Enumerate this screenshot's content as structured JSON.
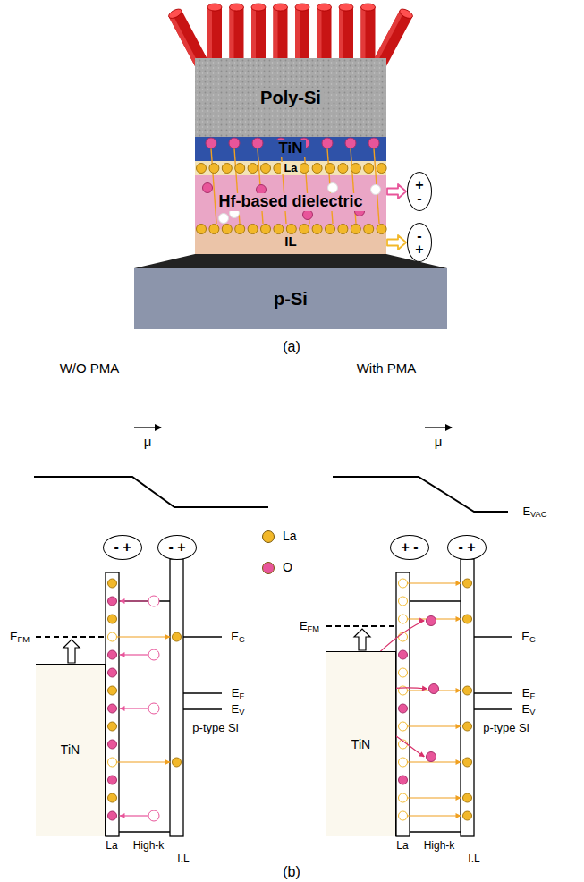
{
  "diagram": {
    "nodes": [
      {
        "text": [
          "Poly-Si"
        ]
      },
      {
        "text": [
          "TiN"
        ]
      },
      {
        "text": [
          "La"
        ]
      },
      {
        "text": [
          "Hf-based dielectric"
        ]
      },
      {
        "text": [
          "IL"
        ]
      },
      {
        "text": [
          "p-Si"
        ]
      },
      {
        "text": [
          "+ -"
        ]
      },
      {
        "text": [
          "- +"
        ]
      },
      {
        "text": [
          "TiN"
        ]
      },
      {
        "text": [
          "- +"
        ]
      },
      {
        "text": [
          "- +"
        ]
      },
      {
        "text": [
          "TiN"
        ]
      },
      {
        "text": [
          "+ -"
        ]
      },
      {
        "text": [
          "- +"
        ]
      }
    ],
    "edges": [
      {
        "from": 3,
        "to": 6,
        "arrow": "to"
      },
      {
        "from": 4,
        "to": 7,
        "arrow": "to"
      }
    ],
    "labels": [
      "(a)",
      "W/O PMA",
      "With PMA",
      "μ",
      "μ",
      "EVAC",
      "EFM",
      "EC",
      "EF",
      "EV",
      "p-type Si",
      "La",
      "High-k",
      "I.L",
      "EFM",
      "EC",
      "EF",
      "EV",
      "p-type Si",
      "La",
      "High-k",
      "I.L",
      "(b)"
    ],
    "legend": [
      {
        "text": "La",
        "color": "#f2b82a"
      },
      {
        "text": "O",
        "color": "#e8559a"
      }
    ]
  }
}
